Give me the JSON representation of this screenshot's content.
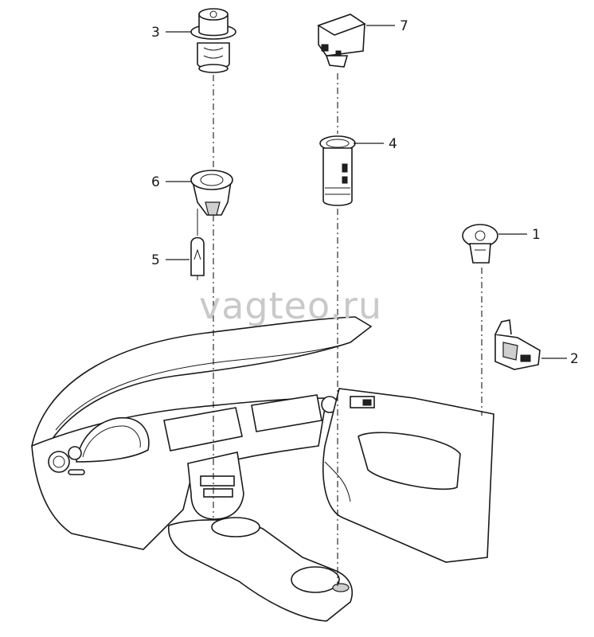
{
  "watermark": "vagteo.ru",
  "callouts": [
    {
      "id": "1",
      "label": "1"
    },
    {
      "id": "2",
      "label": "2"
    },
    {
      "id": "3",
      "label": "3"
    },
    {
      "id": "4",
      "label": "4"
    },
    {
      "id": "5",
      "label": "5"
    },
    {
      "id": "6",
      "label": "6"
    },
    {
      "id": "7",
      "label": "7"
    }
  ]
}
